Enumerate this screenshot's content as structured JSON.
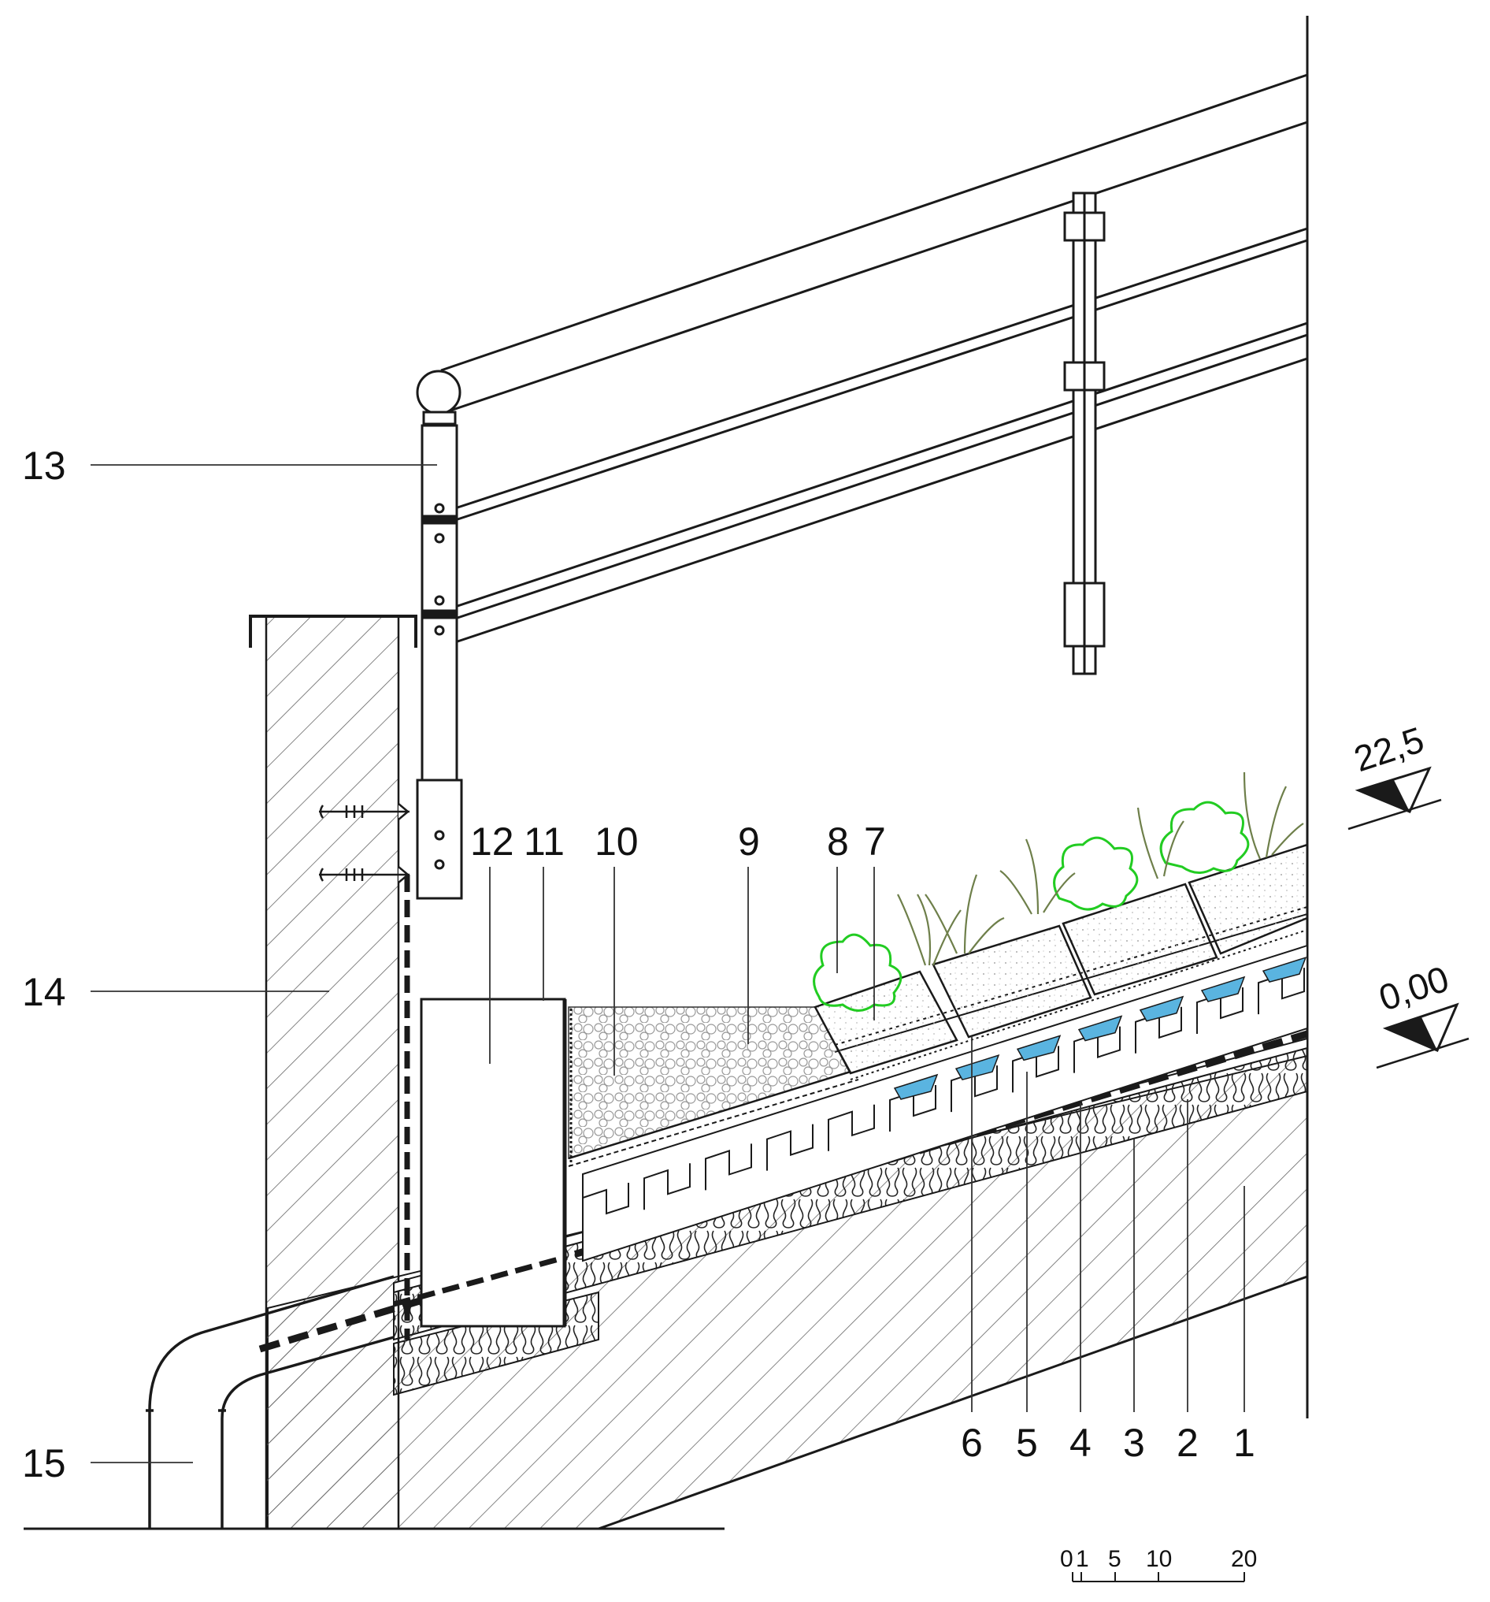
{
  "callouts_left": [
    {
      "id": "13",
      "label": "13"
    },
    {
      "id": "14",
      "label": "14"
    },
    {
      "id": "15",
      "label": "15"
    }
  ],
  "callouts_top": [
    {
      "id": "12",
      "label": "12"
    },
    {
      "id": "11",
      "label": "11"
    },
    {
      "id": "10",
      "label": "10"
    },
    {
      "id": "9",
      "label": "9"
    },
    {
      "id": "8",
      "label": "8"
    },
    {
      "id": "7",
      "label": "7"
    }
  ],
  "callouts_bottom": [
    {
      "id": "6",
      "label": "6"
    },
    {
      "id": "5",
      "label": "5"
    },
    {
      "id": "4",
      "label": "4"
    },
    {
      "id": "3",
      "label": "3"
    },
    {
      "id": "2",
      "label": "2"
    },
    {
      "id": "1",
      "label": "1"
    }
  ],
  "elevations": [
    {
      "id": "upper",
      "label": "22,5"
    },
    {
      "id": "lower",
      "label": "0,00"
    }
  ],
  "scale_bar": {
    "ticks": [
      "0",
      "1",
      "5",
      "10",
      "20"
    ]
  },
  "colors": {
    "line": "#1a1a1a",
    "hatch": "#555555",
    "water": "#5ab4e0",
    "plant_green": "#22cc22",
    "grass": "#7a8a5a"
  }
}
